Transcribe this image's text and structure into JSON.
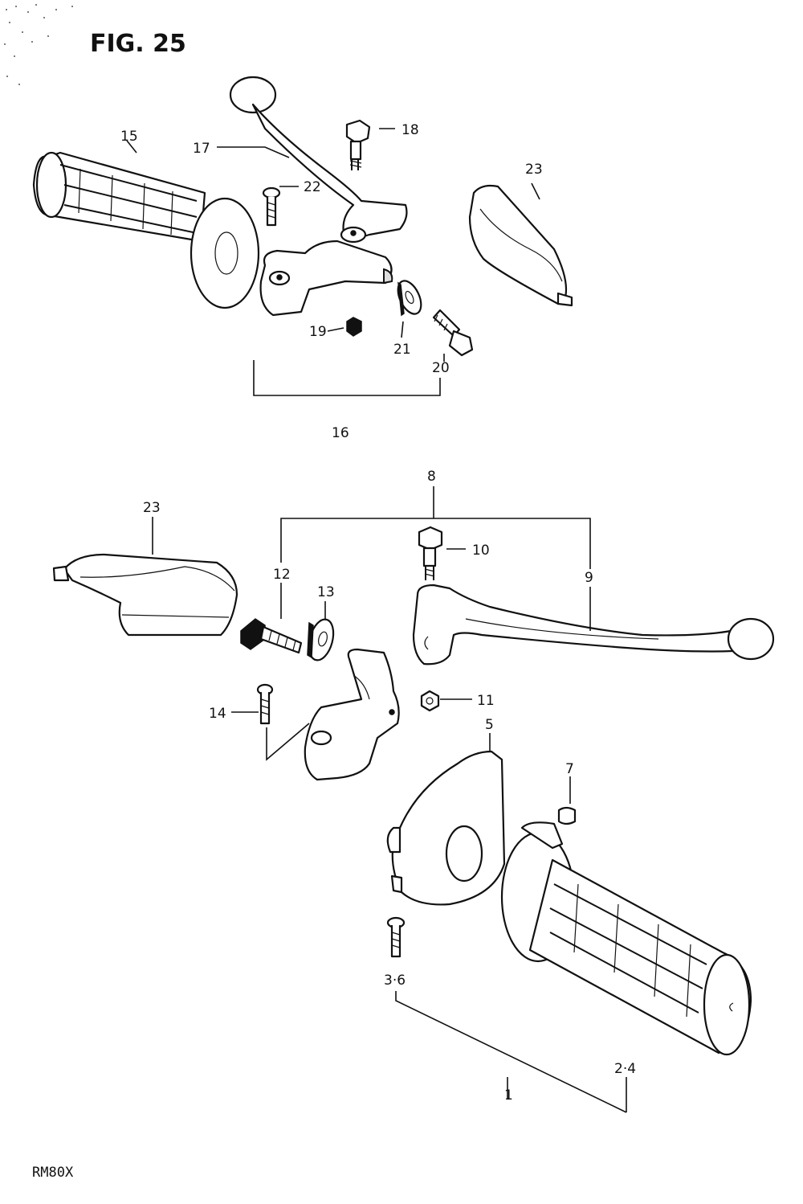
{
  "figure": {
    "title": "FIG. 25",
    "model": "RM80X"
  },
  "labels": {
    "p1": "1",
    "p2_4": "2·4",
    "p3_6": "3·6",
    "p5": "5",
    "p7": "7",
    "p8": "8",
    "p9": "9",
    "p10": "10",
    "p11": "11",
    "p12": "12",
    "p13": "13",
    "p14": "14",
    "p15": "15",
    "p16": "16",
    "p17": "17",
    "p18": "18",
    "p19": "19",
    "p20": "20",
    "p21": "21",
    "p22": "22",
    "p23_top": "23",
    "p23_bottom": "23"
  }
}
